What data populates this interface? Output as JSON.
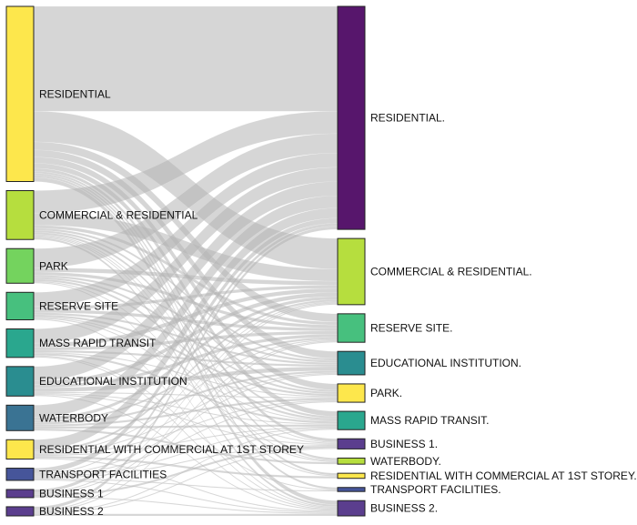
{
  "diagram": {
    "type": "sankey",
    "source_nodes": [
      {
        "id": "s_res",
        "label": "RESIDENTIAL",
        "color": "#FDE74C"
      },
      {
        "id": "s_cr",
        "label": "COMMERCIAL & RESIDENTIAL",
        "color": "#B6DE3E"
      },
      {
        "id": "s_park",
        "label": "PARK",
        "color": "#74D35E"
      },
      {
        "id": "s_rsv",
        "label": "RESERVE SITE",
        "color": "#47C07E"
      },
      {
        "id": "s_mrt",
        "label": "MASS RAPID TRANSIT",
        "color": "#2AA78E"
      },
      {
        "id": "s_edu",
        "label": "EDUCATIONAL INSTITUTION",
        "color": "#2A8D90"
      },
      {
        "id": "s_wb",
        "label": "WATERBODY",
        "color": "#3A7393"
      },
      {
        "id": "s_rwc",
        "label": "RESIDENTIAL WITH COMMERCIAL AT 1ST STOREY",
        "color": "#FDE74C"
      },
      {
        "id": "s_tf",
        "label": "TRANSPORT FACILITIES",
        "color": "#46559A"
      },
      {
        "id": "s_b1",
        "label": "BUSINESS 1",
        "color": "#5B3E8E"
      },
      {
        "id": "s_b2",
        "label": "BUSINESS 2",
        "color": "#5B3E8E"
      }
    ],
    "target_nodes": [
      {
        "id": "t_res",
        "label": "RESIDENTIAL.",
        "color": "#57166C"
      },
      {
        "id": "t_cr",
        "label": "COMMERCIAL & RESIDENTIAL.",
        "color": "#B6DE3E"
      },
      {
        "id": "t_rsv",
        "label": "RESERVE SITE.",
        "color": "#47C07E"
      },
      {
        "id": "t_edu",
        "label": "EDUCATIONAL INSTITUTION.",
        "color": "#2A8D90"
      },
      {
        "id": "t_park",
        "label": "PARK.",
        "color": "#FDE74C"
      },
      {
        "id": "t_mrt",
        "label": "MASS RAPID TRANSIT.",
        "color": "#2AA78E"
      },
      {
        "id": "t_b1",
        "label": "BUSINESS 1.",
        "color": "#5B3E8E"
      },
      {
        "id": "t_wb",
        "label": "WATERBODY.",
        "color": "#B6DE3E"
      },
      {
        "id": "t_rwc",
        "label": "RESIDENTIAL WITH COMMERCIAL AT 1ST STOREY.",
        "color": "#FDE74C"
      },
      {
        "id": "t_tf",
        "label": "TRANSPORT FACILITIES.",
        "color": "#46559A"
      },
      {
        "id": "t_b2",
        "label": "BUSINESS 2.",
        "color": "#5B3E8E"
      }
    ],
    "link_color": "#b4b4b4",
    "links": [
      {
        "source": "s_res",
        "target": "t_res",
        "value": 103
      },
      {
        "source": "s_res",
        "target": "t_cr",
        "value": 30
      },
      {
        "source": "s_res",
        "target": "t_rsv",
        "value": 8
      },
      {
        "source": "s_res",
        "target": "t_edu",
        "value": 7
      },
      {
        "source": "s_res",
        "target": "t_park",
        "value": 6
      },
      {
        "source": "s_res",
        "target": "t_mrt",
        "value": 5
      },
      {
        "source": "s_res",
        "target": "t_b1",
        "value": 3
      },
      {
        "source": "s_res",
        "target": "t_wb",
        "value": 2
      },
      {
        "source": "s_res",
        "target": "t_rwc",
        "value": 2
      },
      {
        "source": "s_res",
        "target": "t_tf",
        "value": 2
      },
      {
        "source": "s_res",
        "target": "t_b2",
        "value": 4
      },
      {
        "source": "s_cr",
        "target": "t_res",
        "value": 22
      },
      {
        "source": "s_cr",
        "target": "t_cr",
        "value": 12
      },
      {
        "source": "s_cr",
        "target": "t_rsv",
        "value": 3
      },
      {
        "source": "s_cr",
        "target": "t_edu",
        "value": 2
      },
      {
        "source": "s_cr",
        "target": "t_park",
        "value": 2
      },
      {
        "source": "s_cr",
        "target": "t_mrt",
        "value": 2
      },
      {
        "source": "s_cr",
        "target": "t_b1",
        "value": 1
      },
      {
        "source": "s_cr",
        "target": "t_wb",
        "value": 1
      },
      {
        "source": "s_cr",
        "target": "t_rwc",
        "value": 1
      },
      {
        "source": "s_cr",
        "target": "t_b2",
        "value": 2
      },
      {
        "source": "s_park",
        "target": "t_res",
        "value": 19
      },
      {
        "source": "s_park",
        "target": "t_cr",
        "value": 4
      },
      {
        "source": "s_park",
        "target": "t_rsv",
        "value": 3
      },
      {
        "source": "s_park",
        "target": "t_edu",
        "value": 2
      },
      {
        "source": "s_park",
        "target": "t_park",
        "value": 2
      },
      {
        "source": "s_park",
        "target": "t_mrt",
        "value": 2
      },
      {
        "source": "s_park",
        "target": "t_wb",
        "value": 1
      },
      {
        "source": "s_park",
        "target": "t_b2",
        "value": 1
      },
      {
        "source": "s_rsv",
        "target": "t_res",
        "value": 14
      },
      {
        "source": "s_rsv",
        "target": "t_cr",
        "value": 3
      },
      {
        "source": "s_rsv",
        "target": "t_rsv",
        "value": 3
      },
      {
        "source": "s_rsv",
        "target": "t_edu",
        "value": 2
      },
      {
        "source": "s_rsv",
        "target": "t_park",
        "value": 2
      },
      {
        "source": "s_rsv",
        "target": "t_mrt",
        "value": 1
      },
      {
        "source": "s_rsv",
        "target": "t_b1",
        "value": 1
      },
      {
        "source": "s_rsv",
        "target": "t_b2",
        "value": 1
      },
      {
        "source": "s_mrt",
        "target": "t_res",
        "value": 14
      },
      {
        "source": "s_mrt",
        "target": "t_cr",
        "value": 4
      },
      {
        "source": "s_mrt",
        "target": "t_rsv",
        "value": 3
      },
      {
        "source": "s_mrt",
        "target": "t_edu",
        "value": 2
      },
      {
        "source": "s_mrt",
        "target": "t_park",
        "value": 1
      },
      {
        "source": "s_mrt",
        "target": "t_mrt",
        "value": 2
      },
      {
        "source": "s_mrt",
        "target": "t_tf",
        "value": 1
      },
      {
        "source": "s_mrt",
        "target": "t_b2",
        "value": 1
      },
      {
        "source": "s_edu",
        "target": "t_res",
        "value": 14
      },
      {
        "source": "s_edu",
        "target": "t_cr",
        "value": 4
      },
      {
        "source": "s_edu",
        "target": "t_rsv",
        "value": 3
      },
      {
        "source": "s_edu",
        "target": "t_edu",
        "value": 4
      },
      {
        "source": "s_edu",
        "target": "t_park",
        "value": 1
      },
      {
        "source": "s_edu",
        "target": "t_mrt",
        "value": 1
      },
      {
        "source": "s_edu",
        "target": "t_b1",
        "value": 1
      },
      {
        "source": "s_edu",
        "target": "t_b2",
        "value": 1
      },
      {
        "source": "s_wb",
        "target": "t_res",
        "value": 12
      },
      {
        "source": "s_wb",
        "target": "t_cr",
        "value": 3
      },
      {
        "source": "s_wb",
        "target": "t_rsv",
        "value": 2
      },
      {
        "source": "s_wb",
        "target": "t_edu",
        "value": 2
      },
      {
        "source": "s_wb",
        "target": "t_park",
        "value": 2
      },
      {
        "source": "s_wb",
        "target": "t_mrt",
        "value": 2
      },
      {
        "source": "s_wb",
        "target": "t_wb",
        "value": 2
      },
      {
        "source": "s_rwc",
        "target": "t_res",
        "value": 10
      },
      {
        "source": "s_rwc",
        "target": "t_cr",
        "value": 2
      },
      {
        "source": "s_rwc",
        "target": "t_rsv",
        "value": 1
      },
      {
        "source": "s_rwc",
        "target": "t_edu",
        "value": 1
      },
      {
        "source": "s_rwc",
        "target": "t_park",
        "value": 1
      },
      {
        "source": "s_rwc",
        "target": "t_mrt",
        "value": 1
      },
      {
        "source": "s_rwc",
        "target": "t_rwc",
        "value": 2
      },
      {
        "source": "s_rwc",
        "target": "t_b2",
        "value": 1
      },
      {
        "source": "s_tf",
        "target": "t_res",
        "value": 5
      },
      {
        "source": "s_tf",
        "target": "t_cr",
        "value": 1
      },
      {
        "source": "s_tf",
        "target": "t_edu",
        "value": 1
      },
      {
        "source": "s_tf",
        "target": "t_park",
        "value": 1
      },
      {
        "source": "s_tf",
        "target": "t_mrt",
        "value": 1
      },
      {
        "source": "s_tf",
        "target": "t_b1",
        "value": 1
      },
      {
        "source": "s_tf",
        "target": "t_tf",
        "value": 1
      },
      {
        "source": "s_tf",
        "target": "t_b2",
        "value": 1
      },
      {
        "source": "s_b1",
        "target": "t_res",
        "value": 3
      },
      {
        "source": "s_b1",
        "target": "t_cr",
        "value": 1
      },
      {
        "source": "s_b1",
        "target": "t_rsv",
        "value": 1
      },
      {
        "source": "s_b1",
        "target": "t_b1",
        "value": 2
      },
      {
        "source": "s_b1",
        "target": "t_b2",
        "value": 1
      },
      {
        "source": "s_b2",
        "target": "t_res",
        "value": 3
      },
      {
        "source": "s_b2",
        "target": "t_cr",
        "value": 1
      },
      {
        "source": "s_b2",
        "target": "t_rsv",
        "value": 1
      },
      {
        "source": "s_b2",
        "target": "t_mrt",
        "value": 1
      },
      {
        "source": "s_b2",
        "target": "t_b1",
        "value": 1
      },
      {
        "source": "s_b2",
        "target": "t_b2",
        "value": 2
      }
    ]
  }
}
